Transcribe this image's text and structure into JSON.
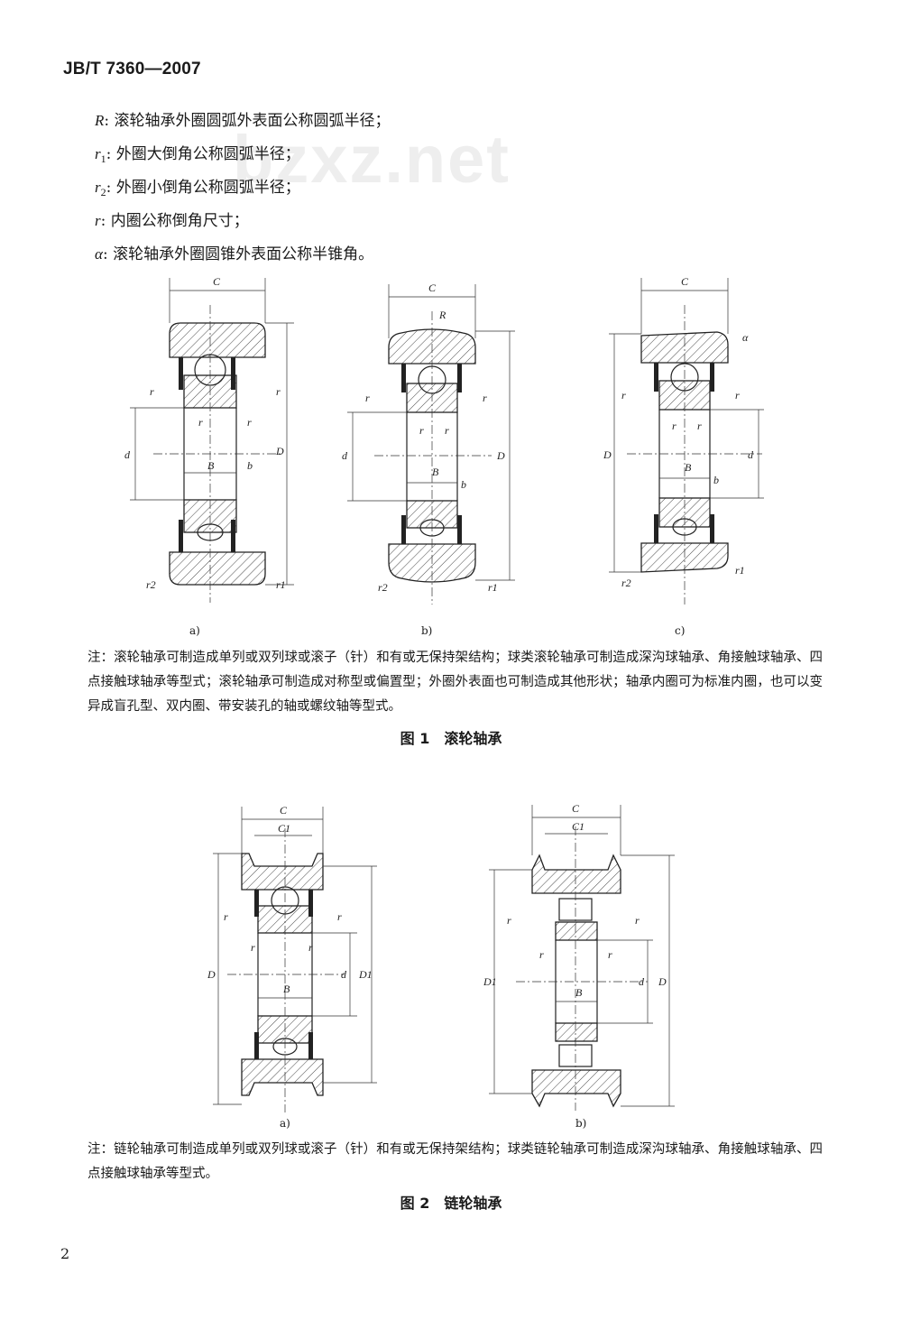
{
  "header": {
    "standard_id": "JB/T 7360—2007"
  },
  "watermark": "bzxz.net",
  "definitions": [
    {
      "symbol": "R",
      "sub": "",
      "text": "滚轮轴承外圈圆弧外表面公称圆弧半径；"
    },
    {
      "symbol": "r",
      "sub": "1",
      "text": "外圈大倒角公称圆弧半径；"
    },
    {
      "symbol": "r",
      "sub": "2",
      "text": "外圈小倒角公称圆弧半径；"
    },
    {
      "symbol": "r",
      "sub": "",
      "text": "内圈公称倒角尺寸；"
    },
    {
      "symbol": "α",
      "sub": "",
      "text": "滚轮轴承外圈圆锥外表面公称半锥角。"
    }
  ],
  "figure1": {
    "panels": [
      {
        "label": "a)",
        "dims": [
          "C",
          "r",
          "r",
          "r",
          "r",
          "d",
          "D",
          "B",
          "b",
          "r2",
          "r1"
        ]
      },
      {
        "label": "b)",
        "dims": [
          "C",
          "R",
          "r",
          "r",
          "r",
          "r",
          "d",
          "D",
          "B",
          "b",
          "r2",
          "r1"
        ]
      },
      {
        "label": "c)",
        "dims": [
          "C",
          "α",
          "r",
          "r",
          "r",
          "r",
          "D",
          "d",
          "B",
          "b",
          "r2",
          "r1"
        ]
      }
    ],
    "note": "注：滚轮轴承可制造成单列或双列球或滚子（针）和有或无保持架结构；球类滚轮轴承可制造成深沟球轴承、角接触球轴承、四点接触球轴承等型式；滚轮轴承可制造成对称型或偏置型；外圈外表面也可制造成其他形状；轴承内圈可为标准内圈，也可以变异成盲孔型、双内圈、带安装孔的轴或螺纹轴等型式。",
    "caption": "图 1　滚轮轴承"
  },
  "figure2": {
    "panels": [
      {
        "label": "a)",
        "dims": [
          "C",
          "C1",
          "r",
          "r",
          "r",
          "r",
          "D",
          "d",
          "D1",
          "B"
        ]
      },
      {
        "label": "b)",
        "dims": [
          "C",
          "C1",
          "r",
          "r",
          "r",
          "r",
          "D1",
          "d",
          "D",
          "B"
        ]
      }
    ],
    "note": "注：链轮轴承可制造成单列或双列球或滚子（针）和有或无保持架结构；球类链轮轴承可制造成深沟球轴承、角接触球轴承、四点接触球轴承等型式。",
    "caption": "图 2　链轮轴承"
  },
  "page_number": "2",
  "colors": {
    "ink": "#1a1a1a",
    "paper": "#ffffff"
  }
}
